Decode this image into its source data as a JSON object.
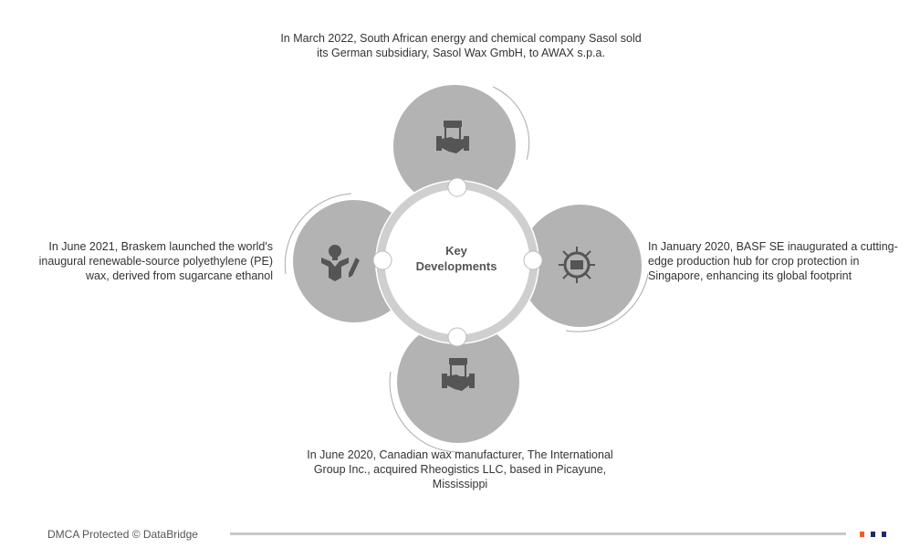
{
  "center": {
    "line1": "Key",
    "line2": "Developments"
  },
  "developments": {
    "top": "In March 2022, South African energy and chemical company Sasol sold its German subsidiary, Sasol Wax GmbH, to AWAX s.p.a.",
    "left": "In June 2021, Braskem launched the world's inaugural renewable-source polyethylene (PE) wax, derived from sugarcane ethanol",
    "right": "In January 2020, BASF SE inaugurated a cutting-edge production hub for crop protection in Singapore, enhancing its global footprint",
    "bottom": "In June 2020, Canadian wax manufacturer, The International Group Inc., acquired Rheogistics LLC, based in Picayune, Mississippi"
  },
  "footer": {
    "text": "DMCA Protected © DataBridge"
  },
  "colors": {
    "circle": "#b3b3b3",
    "ring": "#cfcfcf",
    "icon": "#555555",
    "orange": "#f15a24",
    "navy": "#1b2a6b"
  }
}
